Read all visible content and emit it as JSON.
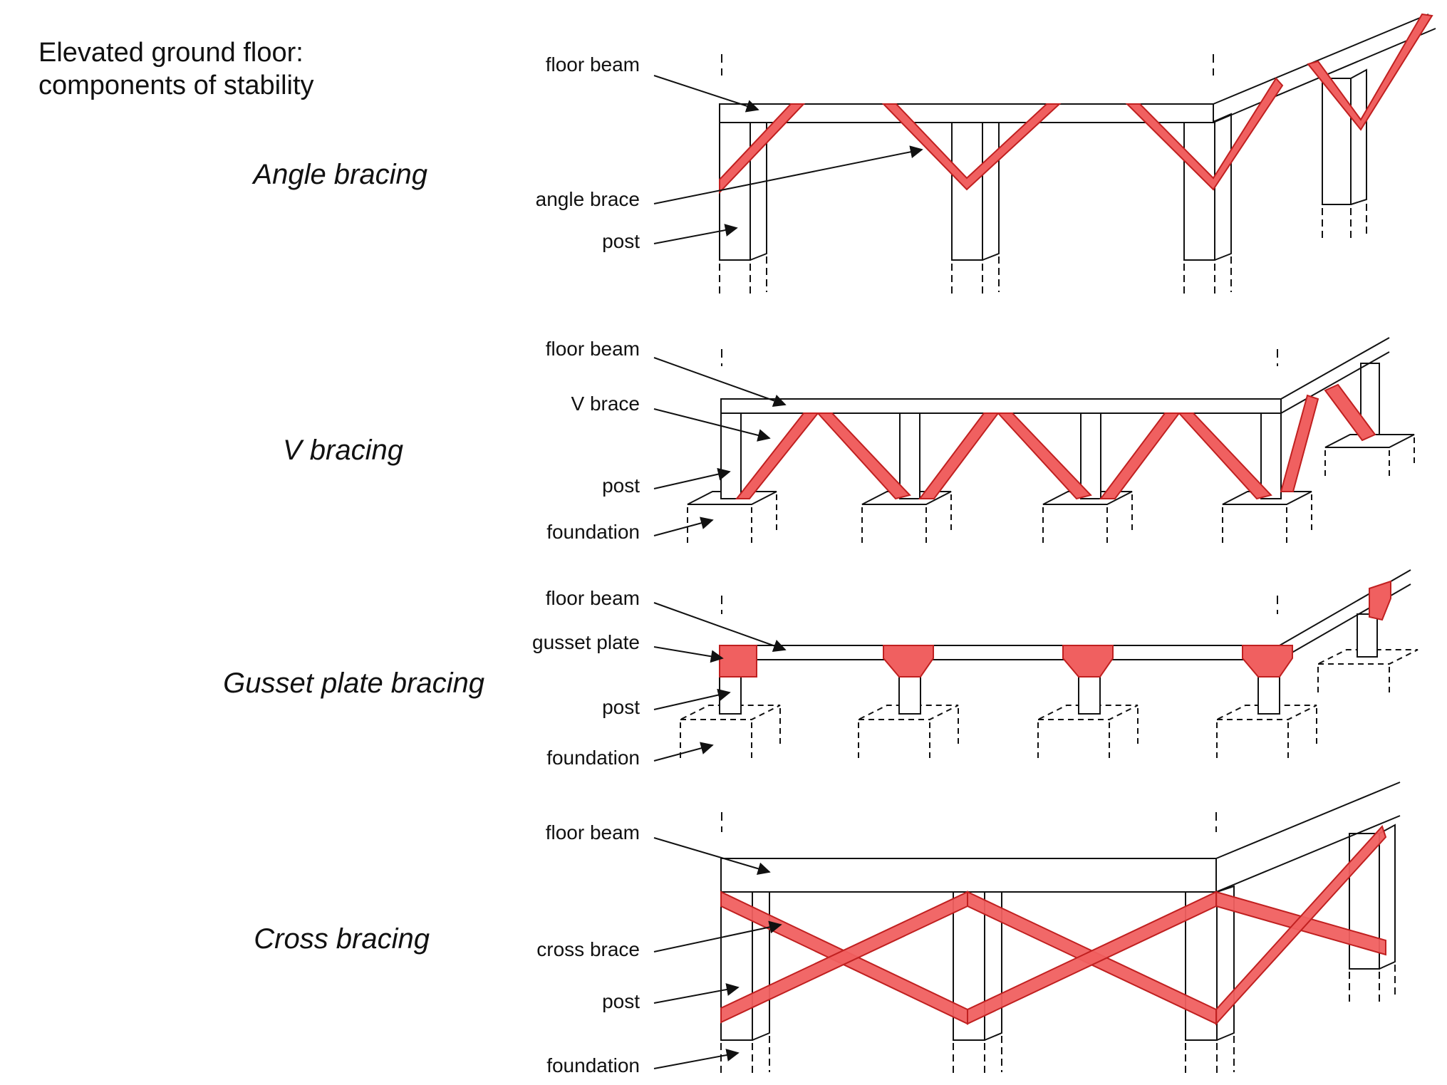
{
  "title": {
    "line1": "Elevated ground floor:",
    "line2": "components of stability"
  },
  "colors": {
    "brace_fill": "#f06060",
    "brace_stroke": "#c02020",
    "line": "#111111",
    "background": "#ffffff"
  },
  "sections": [
    {
      "name": "Angle bracing",
      "labels": [
        "floor beam",
        "angle brace",
        "post"
      ]
    },
    {
      "name": "V bracing",
      "labels": [
        "floor beam",
        "V brace",
        "post",
        "foundation"
      ]
    },
    {
      "name": "Gusset plate bracing",
      "labels": [
        "floor beam",
        "gusset plate",
        "post",
        "foundation"
      ]
    },
    {
      "name": "Cross bracing",
      "labels": [
        "floor beam",
        "cross brace",
        "post",
        "foundation"
      ]
    }
  ]
}
